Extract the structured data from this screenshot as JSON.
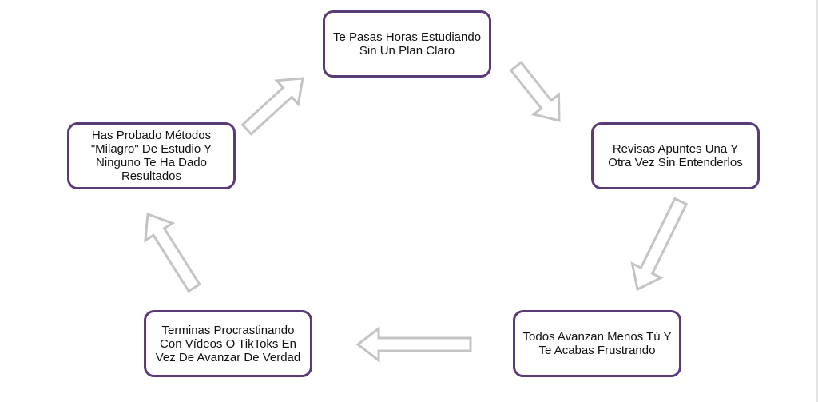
{
  "diagram": {
    "type": "cycle",
    "nodes": [
      {
        "id": "n1",
        "label": "Te Pasas Horas Estudiando Sin Un Plan Claro"
      },
      {
        "id": "n2",
        "label": "Revisas Apuntes Una Y Otra Vez Sin Entenderlos"
      },
      {
        "id": "n3",
        "label": "Todos Avanzan Menos Tú Y Te Acabas Frustrando"
      },
      {
        "id": "n4",
        "label": "Terminas Procrastinando Con Vídeos O TikToks En Vez De Avanzar De Verdad"
      },
      {
        "id": "n5",
        "label": "Has Probado Métodos \"Milagro\" De Estudio Y Ninguno Te Ha Dado Resultados"
      }
    ],
    "edges": [
      {
        "from": "n1",
        "to": "n2"
      },
      {
        "from": "n2",
        "to": "n3"
      },
      {
        "from": "n3",
        "to": "n4"
      },
      {
        "from": "n4",
        "to": "n5"
      },
      {
        "from": "n5",
        "to": "n1"
      }
    ],
    "colors": {
      "node_border": "#5a3a78",
      "arrow_outline": "#c4c4c4",
      "arrow_fill": "#ffffff",
      "text": "#111111"
    }
  }
}
